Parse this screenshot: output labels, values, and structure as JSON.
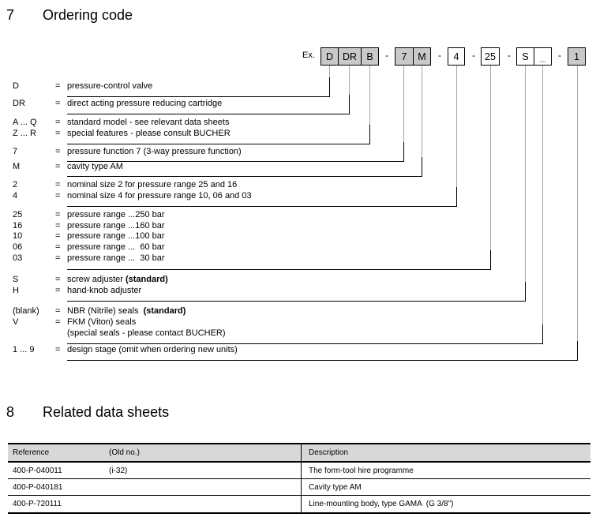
{
  "section7": {
    "number": "7",
    "title": "Ordering code"
  },
  "example": {
    "label": "Ex."
  },
  "separator": "-",
  "equals": "=",
  "code_boxes": [
    {
      "label": "D",
      "filled": true
    },
    {
      "label": "DR",
      "filled": true
    },
    {
      "label": "B",
      "filled": true
    },
    {
      "label": "7",
      "filled": true
    },
    {
      "label": "M",
      "filled": true
    },
    {
      "label": "4",
      "filled": false
    },
    {
      "label": "25",
      "filled": false
    },
    {
      "label": "S",
      "filled": false
    },
    {
      "label": "_",
      "filled": false
    },
    {
      "label": "1",
      "filled": true
    }
  ],
  "legend": [
    {
      "code": "D",
      "desc": "pressure-control valve"
    },
    {
      "code": "DR",
      "desc": "direct acting pressure reducing cartridge"
    },
    {
      "code": "A ... Q",
      "desc": "standard model - see relevant data sheets"
    },
    {
      "code": "Z ... R",
      "desc": "special features - please consult BUCHER"
    },
    {
      "code": "7",
      "desc": "pressure function 7 (3-way pressure function)"
    },
    {
      "code": "M",
      "desc": "cavity type AM"
    },
    {
      "code": "2",
      "desc": "nominal size 2 for pressure range 25 and 16"
    },
    {
      "code": "4",
      "desc": "nominal size 4 for pressure range 10, 06 and 03"
    },
    {
      "code": "25",
      "desc": "pressure range ...250 bar"
    },
    {
      "code": "16",
      "desc": "pressure range ...160 bar"
    },
    {
      "code": "10",
      "desc": "pressure range ...100 bar"
    },
    {
      "code": "06",
      "desc": "pressure range ...  60 bar"
    },
    {
      "code": "03",
      "desc": "pressure range ...  30 bar"
    },
    {
      "code": "S",
      "desc": "screw adjuster ",
      "bold": "(standard)"
    },
    {
      "code": "H",
      "desc": "hand-knob adjuster"
    },
    {
      "code": "(blank)",
      "desc": "NBR (Nitrile) seals  ",
      "bold": "(standard)"
    },
    {
      "code": "V",
      "desc": "FKM (Viton) seals"
    },
    {
      "code": "",
      "desc": "(special seals - please contact BUCHER)"
    },
    {
      "code": "1 ... 9",
      "desc": "design stage (omit when ordering new units)"
    }
  ],
  "section8": {
    "number": "8",
    "title": "Related data sheets"
  },
  "table": {
    "headers": [
      "Reference",
      "(Old no.)",
      "Description"
    ],
    "rows": [
      {
        "reference": "400-P-040011",
        "old_no": "(i-32)",
        "description": "The form-tool hire programme"
      },
      {
        "reference": "400-P-040181",
        "old_no": "",
        "description": "Cavity type AM"
      },
      {
        "reference": "400-P-720111",
        "old_no": "",
        "description": "Line-mounting body, type GAMA  (G 3/8\")"
      }
    ]
  },
  "colors": {
    "box_fill": "#c9c9c9",
    "table_header_fill": "#d8d8d8",
    "leader_gray": "#a6a6a6",
    "line_black": "#000000"
  }
}
